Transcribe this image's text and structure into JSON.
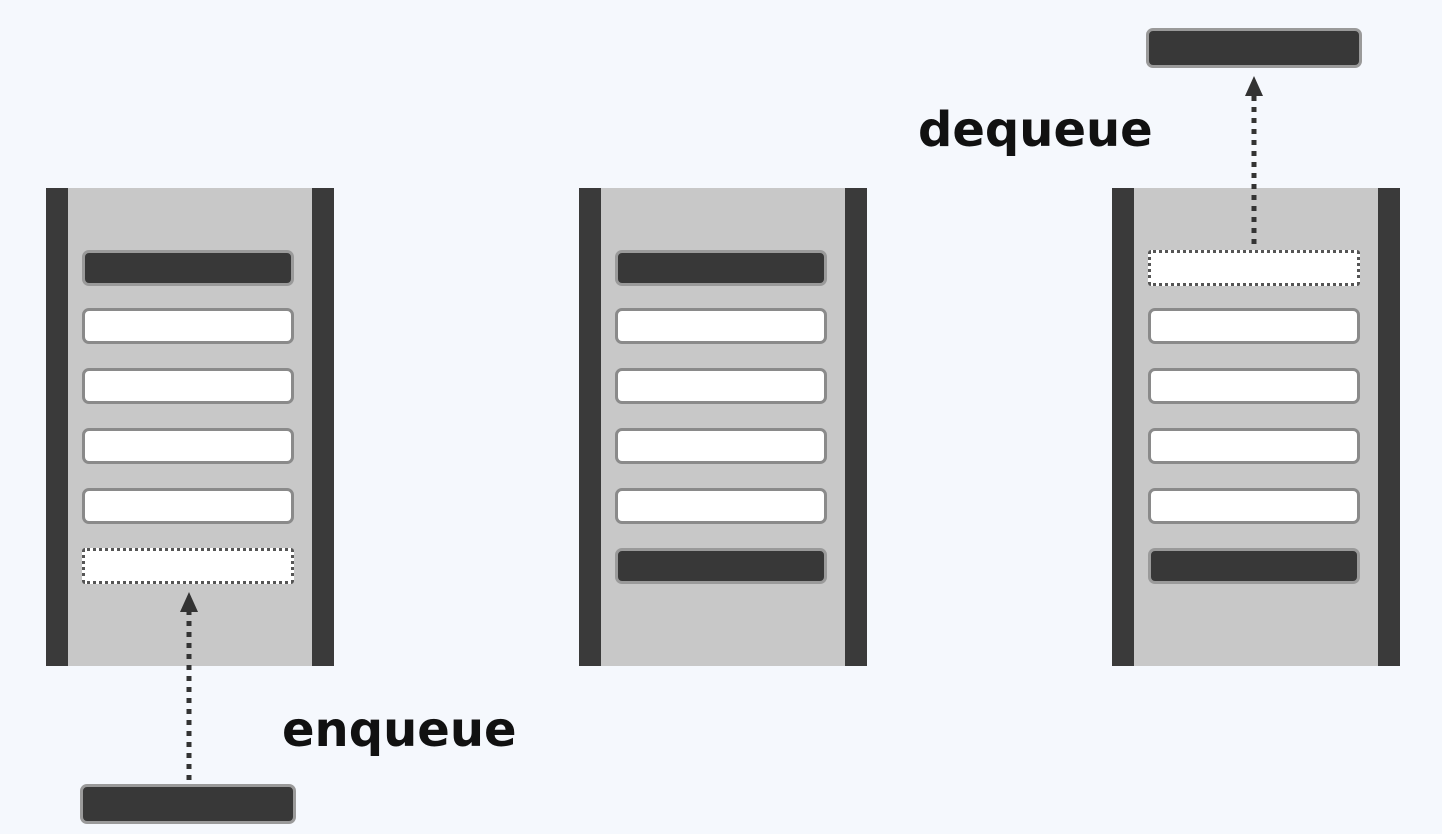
{
  "labels": {
    "enqueue": "enqueue",
    "dequeue": "dequeue"
  },
  "queues": [
    {
      "slots": [
        "dark",
        "filled",
        "filled",
        "filled",
        "filled",
        "empty"
      ]
    },
    {
      "slots": [
        "dark",
        "filled",
        "filled",
        "filled",
        "filled",
        "dark"
      ]
    },
    {
      "slots": [
        "empty",
        "filled",
        "filled",
        "filled",
        "filled",
        "dark"
      ]
    }
  ],
  "colors": {
    "background": "#f5f8fd",
    "queue_body": "#c8c8c8",
    "queue_wall": "#3a3a3a",
    "item_dark": "#383838",
    "slot_border": "#8a8a8a",
    "arrow": "#333333"
  }
}
